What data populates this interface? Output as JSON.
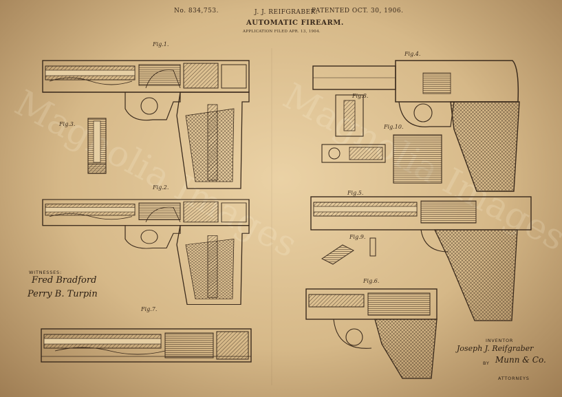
{
  "header": {
    "patent_no": "No. 834,753.",
    "inventor": "J. J. REIFGRABER.",
    "patented": "PATENTED OCT. 30, 1906.",
    "title": "AUTOMATIC FIREARM.",
    "filed": "APPLICATION FILED APR. 13, 1904."
  },
  "figures": {
    "fig1": "Fig.1.",
    "fig2": "Fig.2.",
    "fig3": "Fig.3.",
    "fig4": "Fig.4.",
    "fig5": "Fig.5.",
    "fig6": "Fig.6.",
    "fig7": "Fig.7.",
    "fig8": "Fig.8.",
    "fig9": "Fig.9.",
    "fig10": "Fig.10."
  },
  "witnesses": {
    "label": "WITNESSES:",
    "sig1": "Fred Bradford",
    "sig2": "Perry B. Turpin"
  },
  "inventor_block": {
    "label": "INVENTOR",
    "name": "Joseph J. Reifgraber",
    "by": "BY",
    "firm": "Munn & Co.",
    "attorneys": "ATTORNEYS"
  },
  "watermark": "Magnolia Images",
  "colors": {
    "paper": "#d6b98a",
    "ink": "#3a2a1c"
  }
}
